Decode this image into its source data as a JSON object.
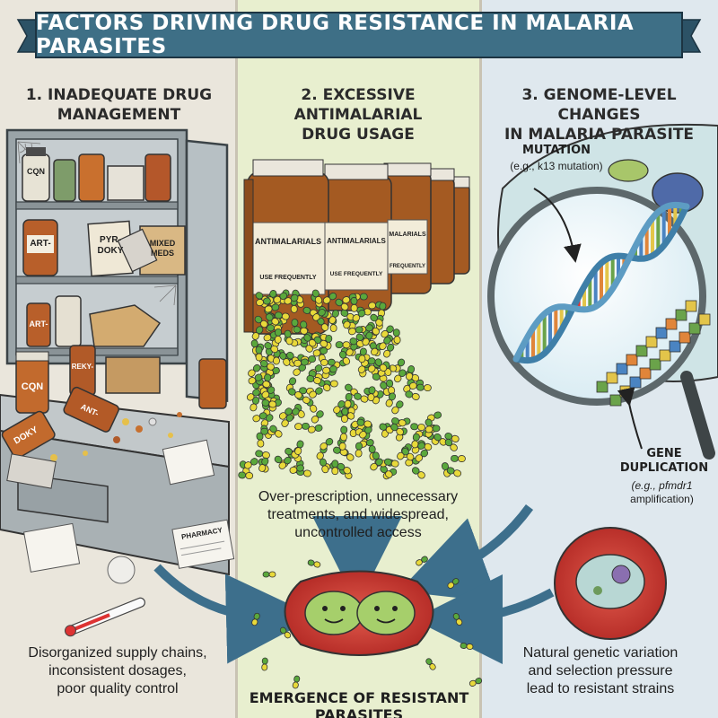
{
  "title": "Factors Driving Drug Resistance in Malaria Parasites",
  "panels": [
    {
      "heading_line1": "1. Inadequate Drug",
      "heading_line2": "Management",
      "caption_line1": "Disorganized supply chains,",
      "caption_line2": "inconsistent dosages,",
      "caption_line3": "poor quality control",
      "labels": {
        "cqn_top": "CQN",
        "art_top": "ART-",
        "pyrdoky_1": "PYR-",
        "pyrdoky_2": "DOKY",
        "mixed_1": "MIXED",
        "mixed_2": "MEDS",
        "art_mid": "ART-",
        "cqn_bottom": "CQN",
        "reky": "REKY-",
        "ant": "ANT-",
        "doky": "DOKY",
        "pharmacy": "PHARMACY"
      }
    },
    {
      "heading_line1": "2. Excessive Antimalarial",
      "heading_line2": "Drug Usage",
      "caption_line1": "Over-prescription, unnecessary",
      "caption_line2": "treatments, and widespread,",
      "caption_line3": "uncontrolled access",
      "jar_label_1": "ANTIMALARIALS",
      "jar_sub_1": "USE FREQUENTLY",
      "jar_label_2": "ANTIMALARIALS",
      "jar_sub_2": "USE FREQUENTLY",
      "jar_label_3": "MALARIALS",
      "jar_sub_3": "FREQUENTLY"
    },
    {
      "heading_line1": "3. Genome-Level Changes",
      "heading_line2": "in Malaria Parasite",
      "mutation_label": "MUTATION",
      "mutation_example": "(e.g., k13 mutation)",
      "gene_dup_line1": "GENE",
      "gene_dup_line2": "DUPLICATION",
      "gene_dup_example_1": "(e.g., pfmdr1",
      "gene_dup_example_2": "amplification)",
      "caption_line1": "Natural genetic variation",
      "caption_line2": "and selection pressure",
      "caption_line3": "lead to resistant strains"
    }
  ],
  "outcome": "Emergence of Resistant Parasites",
  "colors": {
    "banner": "#3e6f86",
    "banner_edge": "#2c5266",
    "pill_yellow": "#e8d93a",
    "pill_green": "#5aa83c",
    "red_cell": "#c7332f",
    "parasite": "#a6cf6b",
    "arrow": "#3d6f8c",
    "jar": "#a45a22"
  }
}
